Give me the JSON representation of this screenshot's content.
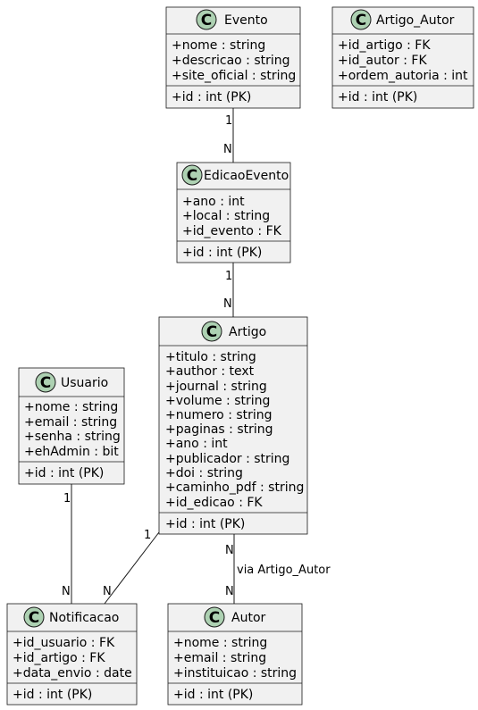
{
  "classes": {
    "evento": {
      "name": "Evento",
      "stereotype_letter": "C",
      "attributes": [
        "+nome : string",
        "+descricao : string",
        "+site_oficial : string"
      ],
      "methods": [
        "+id : int (PK)"
      ]
    },
    "artigo_autor": {
      "name": "Artigo_Autor",
      "stereotype_letter": "C",
      "attributes": [
        "+id_artigo : FK",
        "+id_autor : FK",
        "+ordem_autoria : int"
      ],
      "methods": [
        "+id : int (PK)"
      ]
    },
    "edicao_evento": {
      "name": "EdicaoEvento",
      "stereotype_letter": "C",
      "attributes": [
        "+ano : int",
        "+local : string",
        "+id_evento : FK"
      ],
      "methods": [
        "+id : int (PK)"
      ]
    },
    "artigo": {
      "name": "Artigo",
      "stereotype_letter": "C",
      "attributes": [
        "+titulo : string",
        "+author : text",
        "+journal : string",
        "+volume : string",
        "+numero : string",
        "+paginas : string",
        "+ano : int",
        "+publicador : string",
        "+doi : string",
        "+caminho_pdf : string",
        "+id_edicao : FK"
      ],
      "methods": [
        "+id : int (PK)"
      ]
    },
    "usuario": {
      "name": "Usuario",
      "stereotype_letter": "C",
      "attributes": [
        "+nome : string",
        "+email : string",
        "+senha : string",
        "+ehAdmin : bit"
      ],
      "methods": [
        "+id : int (PK)"
      ]
    },
    "notificacao": {
      "name": "Notificacao",
      "stereotype_letter": "C",
      "attributes": [
        "+id_usuario : FK",
        "+id_artigo : FK",
        "+data_envio : date"
      ],
      "methods": [
        "+id : int (PK)"
      ]
    },
    "autor": {
      "name": "Autor",
      "stereotype_letter": "C",
      "attributes": [
        "+nome : string",
        "+email : string",
        "+instituicao : string"
      ],
      "methods": [
        "+id : int (PK)"
      ]
    }
  },
  "relations": {
    "evento_edicao": {
      "from_mult": "1",
      "to_mult": "N",
      "label": ""
    },
    "edicao_artigo": {
      "from_mult": "1",
      "to_mult": "N",
      "label": ""
    },
    "usuario_notificacao": {
      "from_mult": "1",
      "to_mult": "N",
      "label": ""
    },
    "artigo_notificacao": {
      "from_mult": "1",
      "to_mult": "N",
      "label": ""
    },
    "artigo_autor": {
      "from_mult": "N",
      "to_mult": "N",
      "label": "via Artigo_Autor"
    }
  },
  "colors": {
    "box_fill": "#f1f1f1",
    "border": "#181818",
    "class_circle": "#add1b2"
  }
}
